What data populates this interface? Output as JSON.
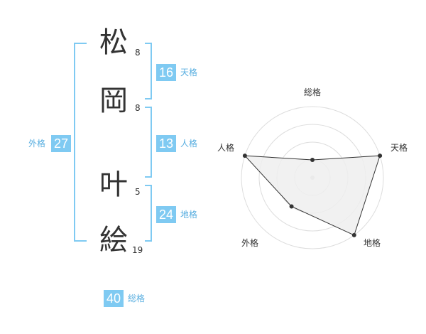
{
  "name": {
    "characters": [
      {
        "char": "松",
        "strokes": "8"
      },
      {
        "char": "岡",
        "strokes": "8"
      },
      {
        "char": "叶",
        "strokes": "5"
      },
      {
        "char": "絵",
        "strokes": "19"
      }
    ]
  },
  "fortunes": {
    "tenkaku": {
      "value": "16",
      "label": "天格"
    },
    "jinkaku": {
      "value": "13",
      "label": "人格"
    },
    "chikaku": {
      "value": "24",
      "label": "地格"
    },
    "gaikaku": {
      "value": "27",
      "label": "外格"
    },
    "soukaku": {
      "value": "40",
      "label": "総格"
    }
  },
  "colors": {
    "accent": "#7fcaf2",
    "accent_text": "#58aee0",
    "radar_fill": "#eeeeee",
    "radar_stroke": "#333333",
    "grid": "#dddddd"
  },
  "chart_data": {
    "type": "radar",
    "categories": [
      "総格",
      "天格",
      "地格",
      "外格",
      "人格"
    ],
    "series": [
      {
        "values": [
          1,
          4,
          4,
          2,
          4
        ]
      }
    ],
    "rlim": [
      0,
      4
    ],
    "grid": true
  }
}
